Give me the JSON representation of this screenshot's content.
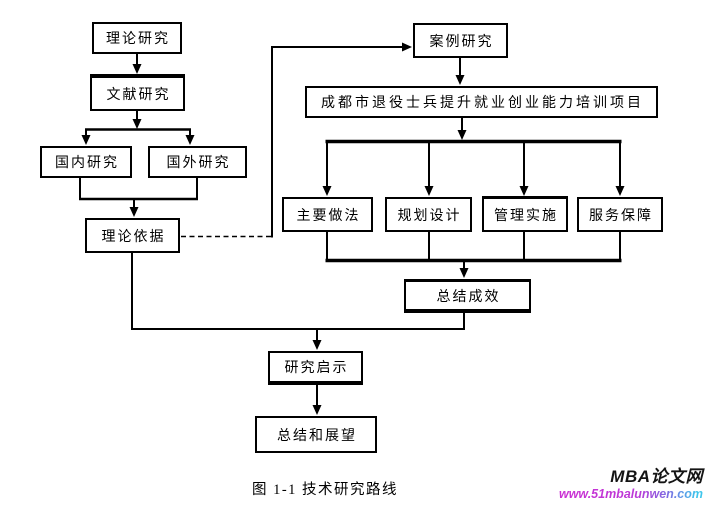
{
  "diagram": {
    "caption": "图 1-1 技术研究路线",
    "nodes": {
      "theory_research": {
        "label": "理论研究"
      },
      "literature_research": {
        "label": "文献研究"
      },
      "domestic_research": {
        "label": "国内研究"
      },
      "foreign_research": {
        "label": "国外研究"
      },
      "theoretical_basis": {
        "label": "理论依据"
      },
      "case_study": {
        "label": "案例研究"
      },
      "training_project": {
        "label": "成都市退役士兵提升就业创业能力培训项目"
      },
      "main_practices": {
        "label": "主要做法"
      },
      "planning_design": {
        "label": "规划设计"
      },
      "management_implementation": {
        "label": "管理实施"
      },
      "service_guarantee": {
        "label": "服务保障"
      },
      "summary_results": {
        "label": "总结成效"
      },
      "research_insights": {
        "label": "研究启示"
      },
      "summary_outlook": {
        "label": "总结和展望"
      }
    }
  },
  "watermark": {
    "site_name": "MBA论文网",
    "site_url": "www.51mbalunwen.com",
    "name_color": "#141414",
    "url_color_start": "#cb2fd3",
    "url_color_end": "#3ec6ec"
  },
  "colors": {
    "background": "#ffffff",
    "line": "#000000",
    "box_border": "#000000",
    "box_fill": "#ffffff",
    "text": "#000000"
  }
}
